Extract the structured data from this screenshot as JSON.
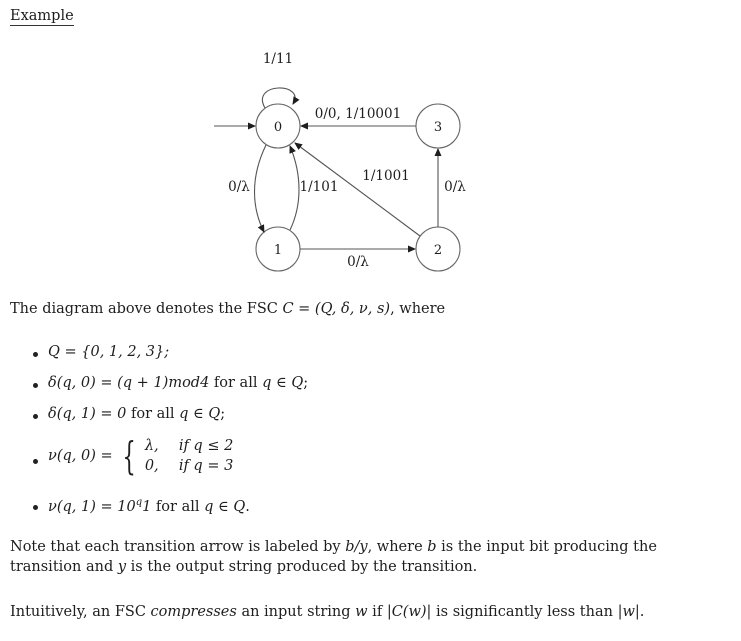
{
  "heading": "Example",
  "diagram": {
    "states": [
      "0",
      "1",
      "2",
      "3"
    ],
    "labels": {
      "self_loop": "1/11",
      "e_3_0": "0/0, 1/10001",
      "e_0_1": "0/λ",
      "e_1_0": "1/101",
      "e_2_0": "1/1001",
      "e_2_3": "0/λ",
      "e_1_2": "0/λ"
    }
  },
  "intro": {
    "pre": "The diagram above denotes the FSC ",
    "math": "C = (Q, δ, ν, s)",
    "post": ", where"
  },
  "bullets": {
    "b1": "Q = {0, 1, 2, 3};",
    "b2_math": "δ(q, 0) = (q + 1)mod4",
    "b2_text": " for all ",
    "b2_math2": "q ∈ Q",
    "b2_end": ";",
    "b3_math": "δ(q, 1) = 0",
    "b3_text": " for all ",
    "b3_math2": "q ∈ Q",
    "b3_end": ";",
    "b4_lhs": "ν(q, 0) =",
    "b4_case1_val": "λ,",
    "b4_case1_cond": "if q ≤ 2",
    "b4_case2_val": "0,",
    "b4_case2_cond": "if q = 3",
    "b5_math": "ν(q, 1) = 10",
    "b5_sup": "q",
    "b5_math_end": "1",
    "b5_text": " for all ",
    "b5_math2": "q ∈ Q",
    "b5_end": "."
  },
  "note": {
    "t1": "Note that each transition arrow is labeled by ",
    "m1": "b/y",
    "t2": ", where ",
    "m2": "b",
    "t3": " is the input bit producing the transition and ",
    "m3": "y",
    "t4": " is the output string produced by the transition."
  },
  "intuition": {
    "t1": "Intuitively, an FSC ",
    "em": "compresses",
    "t2": " an input string ",
    "m1": "w",
    "t3": " if ",
    "m2": "|C(w)|",
    "t4": " is significantly less than ",
    "m3": "|w|",
    "t5": "."
  }
}
